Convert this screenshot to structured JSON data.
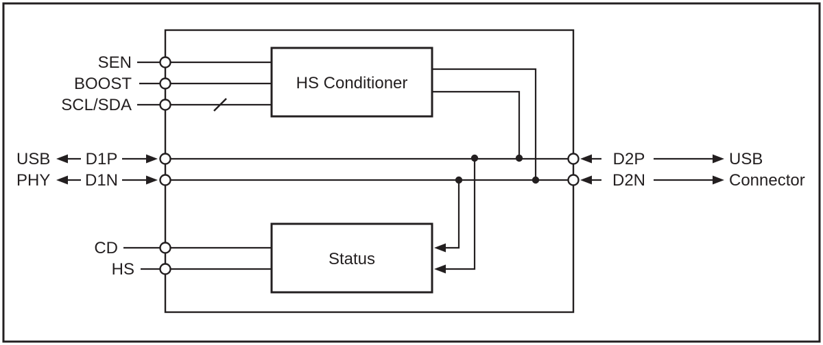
{
  "figure": {
    "type": "block-diagram",
    "description": "USB high-speed redriver functional block diagram",
    "colors": {
      "line": "#231f20",
      "text": "#231f20",
      "background": "#ffffff"
    },
    "blocks": {
      "hs_conditioner_label": "HS Conditioner",
      "status_label": "Status"
    },
    "left_pins": {
      "sen": "SEN",
      "boost": "BOOST",
      "scl_sda": "SCL/SDA",
      "cd": "CD",
      "hs": "HS",
      "d1p": "D1P",
      "d1n": "D1N"
    },
    "left_endpoint": {
      "line1": "USB",
      "line2": "PHY"
    },
    "right_pins": {
      "d2p": "D2P",
      "d2n": "D2N"
    },
    "right_endpoint": {
      "line1": "USB",
      "line2": "Connector"
    }
  }
}
